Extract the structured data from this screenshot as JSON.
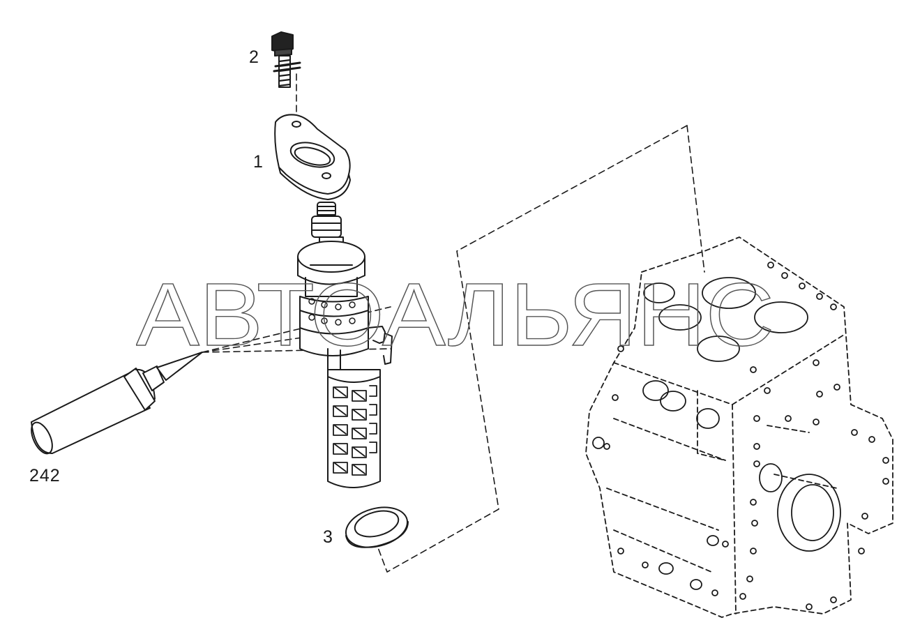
{
  "diagram": {
    "callouts": [
      {
        "id": "bolt",
        "label": "2"
      },
      {
        "id": "flange",
        "label": "1"
      },
      {
        "id": "seal-ring",
        "label": "3"
      },
      {
        "id": "sealant-tube",
        "label": "242"
      }
    ],
    "watermark": "АВТОАЛЬЯНС",
    "colors": {
      "line": "#1a1a1a",
      "paper": "#ffffff",
      "watermark_stroke": "#555555"
    }
  }
}
